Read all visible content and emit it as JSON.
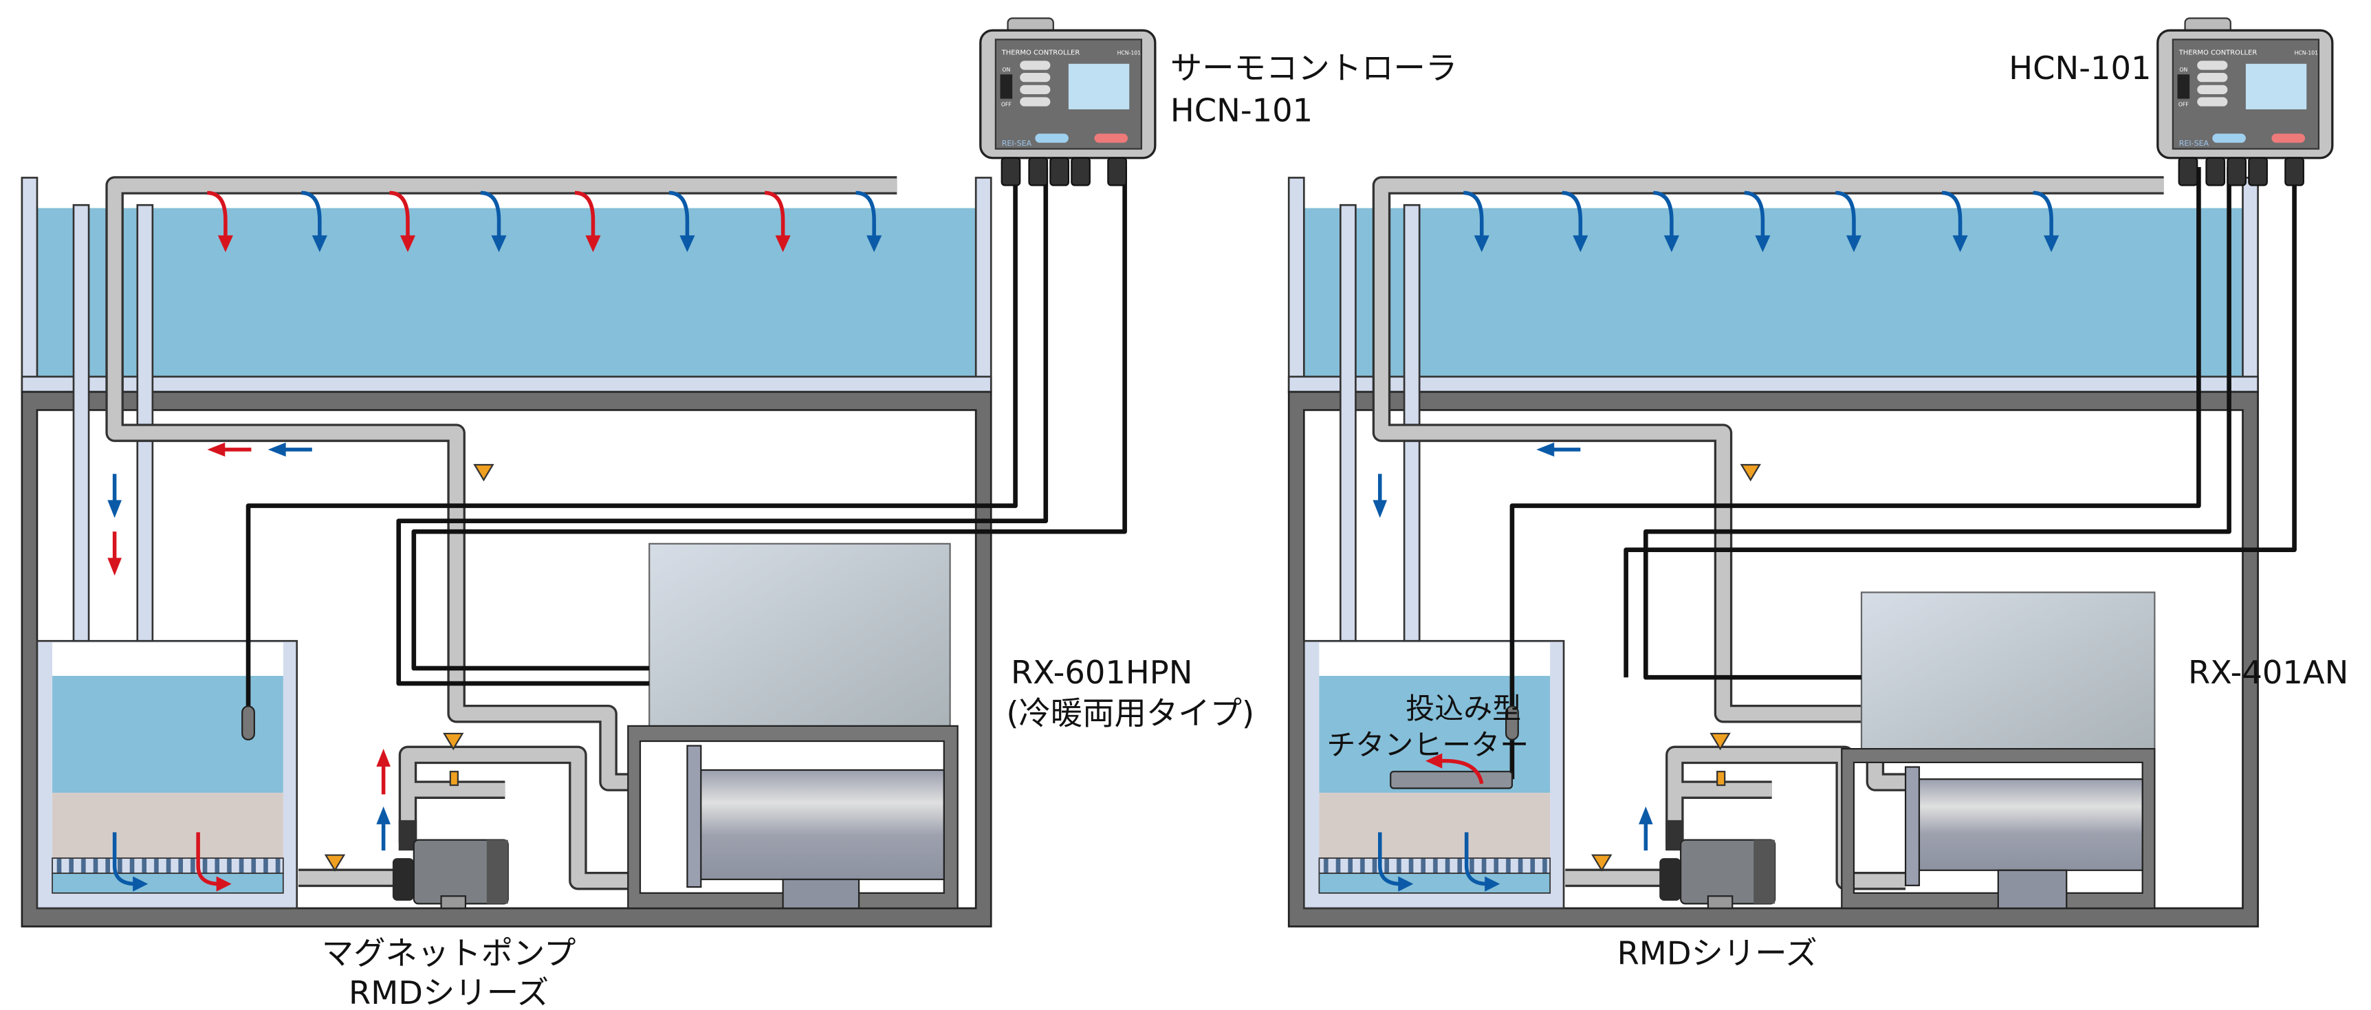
{
  "left_system": {
    "controller_label_line1": "サーモコントローラ",
    "controller_label_line2": "HCN-101",
    "chiller_label_line1": "RX-601HPN",
    "chiller_label_line2": "(冷暖両用タイプ)",
    "pump_label_line1": "マグネットポンプ",
    "pump_label_line2": "RMDシリーズ"
  },
  "right_system": {
    "controller_label": "HCN-101",
    "chiller_label": "RX-401AN",
    "pump_label": "RMDシリーズ",
    "heater_label_line1": "投込み型",
    "heater_label_line2": "チタンヒーター"
  },
  "controller_panel": {
    "title": "THERMO CONTROLLER",
    "model": "HCN-101",
    "brand": "REI-SEA",
    "on": "ON",
    "off": "OFF"
  },
  "colors": {
    "water": "#86bfd9",
    "cold_flow_arrow": "#0a5aa8",
    "hot_flow_arrow": "#d7141e",
    "cabinet": "#6e6e6e",
    "pipe": "#c5c5c5",
    "valve": "#f0a020",
    "sand": "#d5ccc7"
  },
  "icons": [
    "thermo-controller-icon",
    "chiller-icon",
    "magnet-pump-icon",
    "titanium-heater-icon",
    "temperature-sensor-icon",
    "valve-icon"
  ]
}
